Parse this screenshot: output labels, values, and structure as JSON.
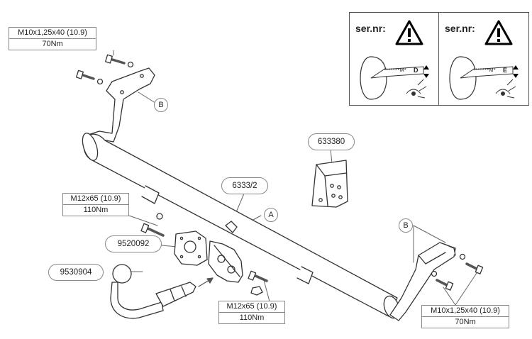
{
  "callouts": {
    "bolt_top_left": {
      "size": "M10x1,25x40 (10.9)",
      "torque": "70Nm"
    },
    "bolt_mid_left": {
      "size": "M12x65 (10.9)",
      "torque": "110Nm"
    },
    "bolt_bottom_center": {
      "size": "M12x65 (10.9)",
      "torque": "110Nm"
    },
    "bolt_bottom_right": {
      "size": "M10x1,25x40 (10.9)",
      "torque": "70Nm"
    }
  },
  "part_numbers": {
    "bracket": "633380",
    "crossbar": "6333/2",
    "socket_plate": "9520092",
    "towball": "9530904"
  },
  "point_labels": {
    "a": "A",
    "b_left": "B",
    "b_right": "B"
  },
  "warning_panel": {
    "left": {
      "title": "ser.nr:",
      "plate_text": "*******M*",
      "code": "D"
    },
    "right": {
      "title": "ser.nr:",
      "plate_text": "*******M*",
      "code": "E"
    }
  }
}
